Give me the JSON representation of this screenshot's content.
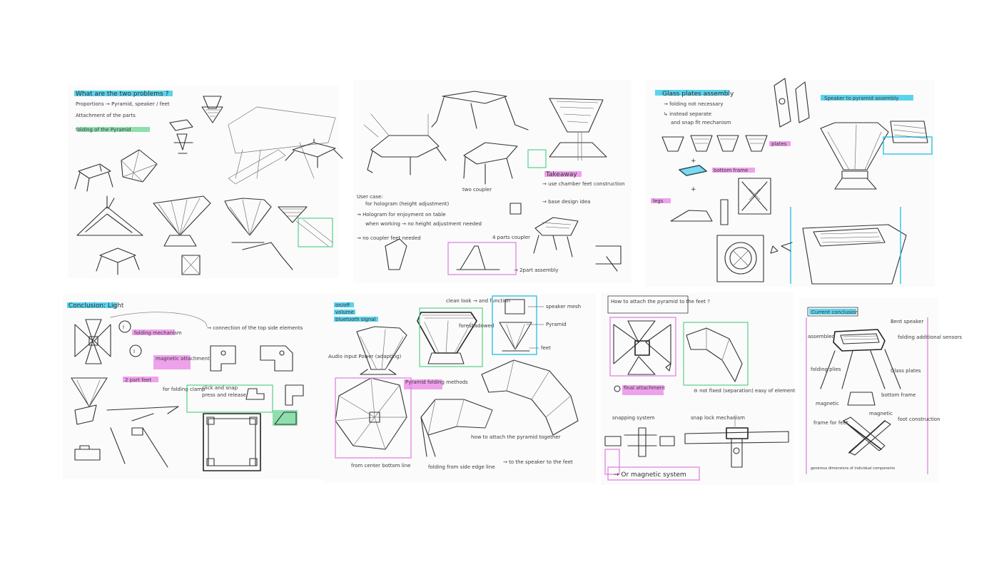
{
  "panels": {
    "p1": {
      "heading": "What are the two problems ?",
      "items": [
        "Proportions → Pyramid, speaker / feet",
        "Attachment of the parts",
        "folding of the Pyramid"
      ]
    },
    "p2": {
      "notes": {
        "user_case": "User case:",
        "hologram": "for hologram (height adjustment)",
        "two_coupler": "two coupler",
        "hologram2": "→ Hologram for enjoyment on table",
        "working": "when working → no height adjustment needed",
        "no_coupler": "→ no coupler feet needed",
        "four_parts": "4 parts coupler",
        "takeaway": "Takeaway",
        "chamber": "→ use chamber feet construction",
        "base_idea": "→ base design idea",
        "two_part": "→ 2part assembly"
      }
    },
    "p3": {
      "heading": "Glass plates assembly",
      "notes": [
        "→ folding not necessary",
        "↳ instead separate",
        "and snap fit mechanism"
      ],
      "plates": "plates",
      "bottom_frame": "bottom frame",
      "legs": "legs"
    },
    "p4": {
      "heading": "Speaker to pyramid assembly"
    },
    "p5": {
      "heading": "Conclusion: Light",
      "folding": "folding mechanism",
      "magnetic": "magnetic attachment",
      "connection": "→ connection of the top side elements",
      "two_part_feet": "2 part feet",
      "for_folding": "for folding clamp",
      "click_snap": "click and snap",
      "press_release": "press and release"
    },
    "p6": {
      "tags": [
        "on/off",
        "volume",
        "bluetooth signal"
      ],
      "clean_look": "clean look → and function",
      "foreshadowed": "foreshadowed",
      "speaker_mesh": "speaker mesh",
      "pyramid": "Pyramid",
      "feet": "feet",
      "audio_input": "Audio input Power (adapting)",
      "pyramid_folding": "Pyramid folding methods",
      "attach_pyramid": "how to attach the pyramid together",
      "from_center": "from center bottom line",
      "folding_side": "folding from side edge line",
      "speaker_feet": "→ to the speaker to the feet"
    },
    "p7": {
      "heading": "How to attach the pyramid to the feet ?",
      "final_attachment": "final attachment",
      "not_fixed": "⊖ not fixed (separation) easy of element",
      "snapping": "snapping system",
      "snap_lock": "snap lock mechanism",
      "magnetic": "→ Or magnetic system"
    },
    "p8": {
      "heading": "Current conclusion",
      "labels": [
        "assembled",
        "Bent speaker",
        "folding additional sensors",
        "folding plies",
        "Glass plates",
        "bottom frame",
        "magnetic",
        "magnetic",
        "frame for feet",
        "foot construction",
        "generous dimensions of individual components"
      ]
    }
  }
}
